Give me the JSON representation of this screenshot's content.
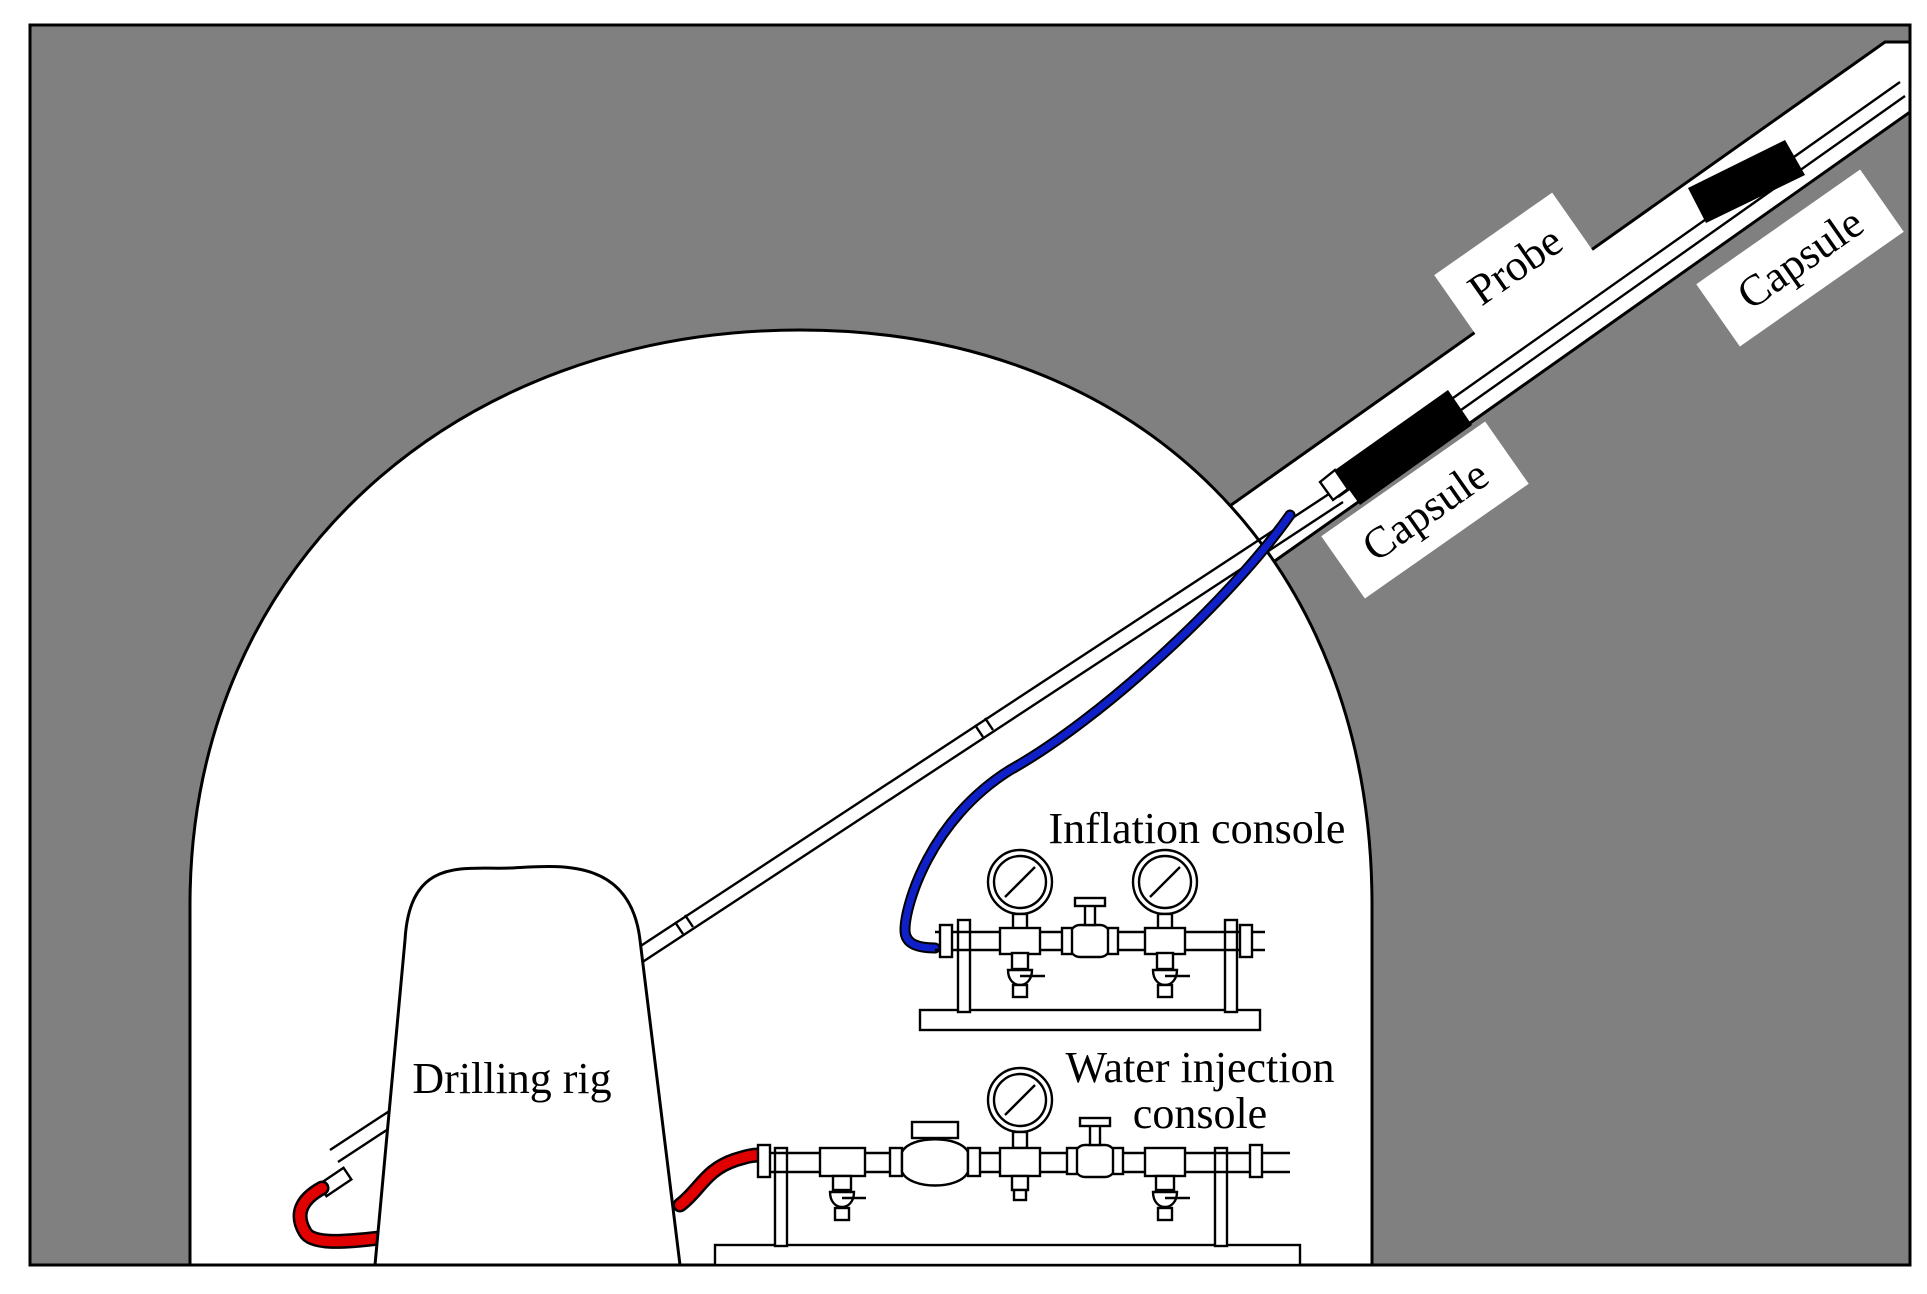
{
  "labels": {
    "drilling_rig": "Drilling rig",
    "inflation_console": "Inflation console",
    "water_injection_line1": "Water injection",
    "water_injection_line2": "console",
    "probe": "Probe",
    "capsule_lower": "Capsule",
    "capsule_upper": "Capsule"
  },
  "colors": {
    "rock": "#808080",
    "tunnel": "#ffffff",
    "outline": "#000000",
    "capsule": "#000000",
    "inflation_hose": "#1020c8",
    "water_hose": "#e00000"
  }
}
